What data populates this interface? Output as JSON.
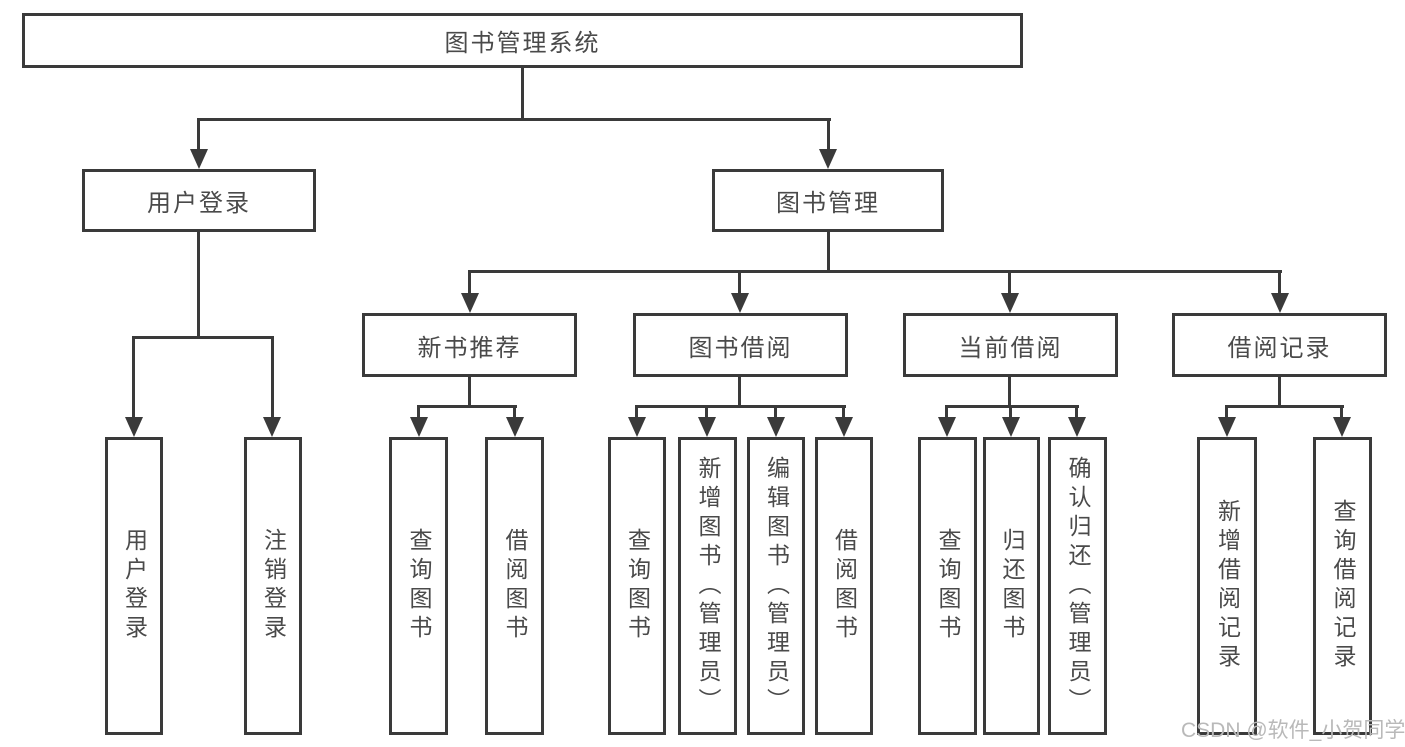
{
  "title": {
    "label": "图书管理系统"
  },
  "level2": {
    "user_login": "用户登录",
    "book_mgmt": "图书管理"
  },
  "level3": {
    "new_books": "新书推荐",
    "book_borrow": "图书借阅",
    "current_borrow": "当前借阅",
    "borrow_records": "借阅记录"
  },
  "leaves": {
    "user_login": [
      "用户登录",
      "注销登录"
    ],
    "new_books": [
      "查询图书",
      "借阅图书"
    ],
    "book_borrow": [
      "查询图书",
      "新增图书（管理员）",
      "编辑图书（管理员）",
      "借阅图书"
    ],
    "current_borrow": [
      "查询图书",
      "归还图书",
      "确认归还（管理员）"
    ],
    "borrow_records": [
      "新增借阅记录",
      "查询借阅记录"
    ]
  },
  "watermark": "CSDN @软件_小贺同学",
  "colors": {
    "line": "#3a3a3a",
    "text": "#4a4a4a",
    "watermark": "#b9b9b9",
    "background": "#ffffff"
  }
}
